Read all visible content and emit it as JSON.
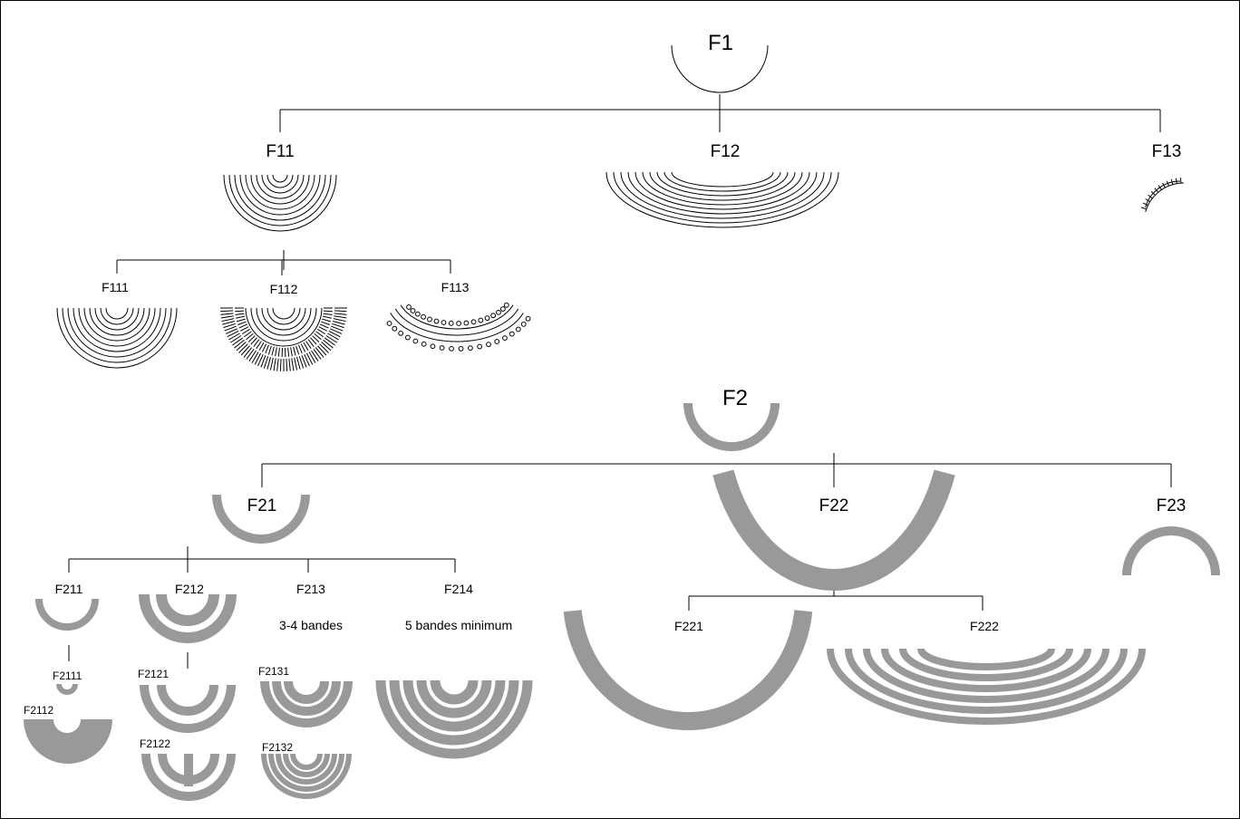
{
  "labels": {
    "F1": "F1",
    "F11": "F11",
    "F12": "F12",
    "F13": "F13",
    "F111": "F111",
    "F112": "F112",
    "F113": "F113",
    "F2": "F2",
    "F21": "F21",
    "F22": "F22",
    "F23": "F23",
    "F211": "F211",
    "F212": "F212",
    "F213": "F213",
    "F214": "F214",
    "F2111": "F2111",
    "F2112": "F2112",
    "F2121": "F2121",
    "F2122": "F2122",
    "F2131": "F2131",
    "F2132": "F2132",
    "F221": "F221",
    "F222": "F222"
  },
  "notes": {
    "F213": "3-4 bandes",
    "F214": "5 bandes minimum"
  },
  "colors": {
    "line": "#000000",
    "band": "#999999",
    "background": "#ffffff"
  }
}
